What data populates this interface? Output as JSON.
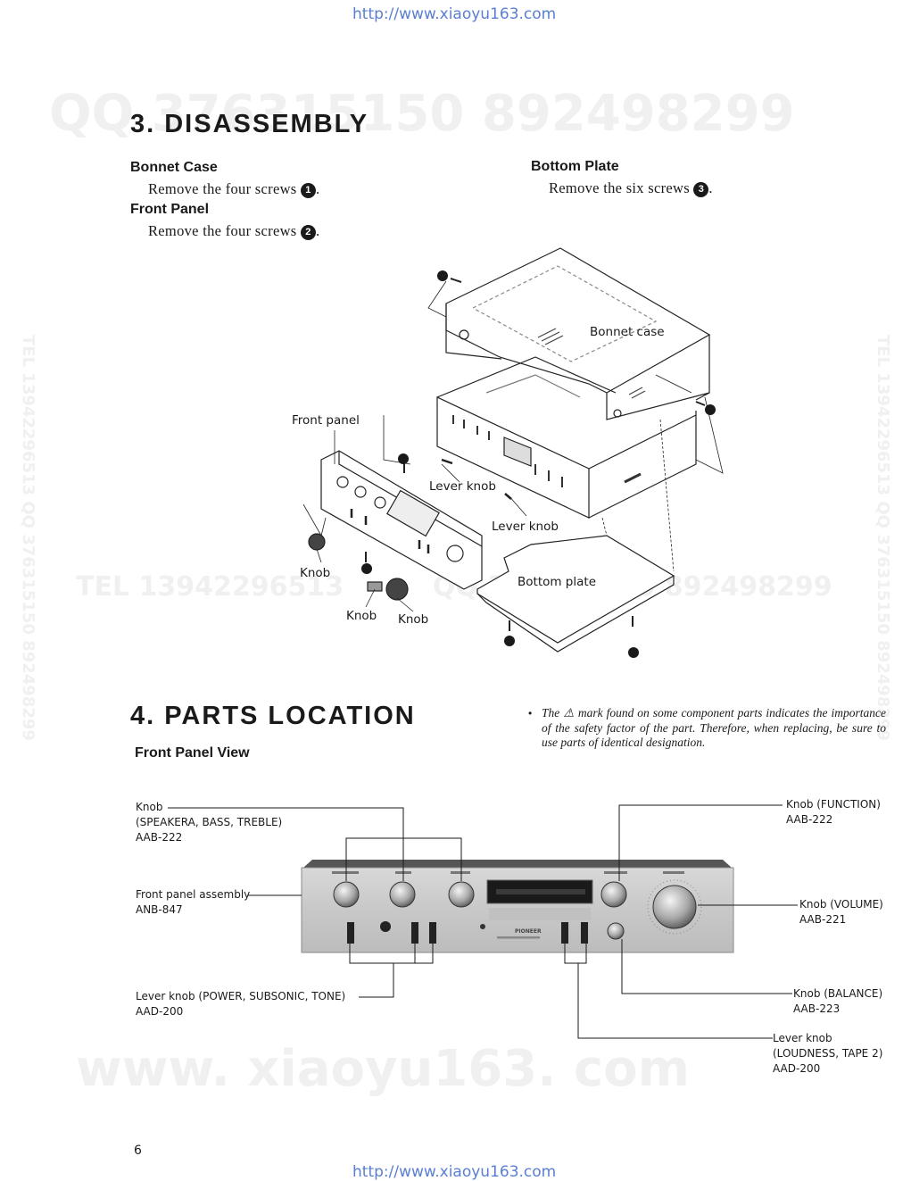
{
  "header": {
    "url": "http://www.xiaoyu163.com"
  },
  "footer": {
    "url": "http://www.xiaoyu163.com",
    "page_number": "6"
  },
  "watermarks": {
    "qq_top": "QQ 376315150   892498299",
    "tel_middle": "TEL  13942296513",
    "qq_middle": "QQ 376315150  892498299",
    "site": "www. xiaoyu163. com",
    "side": "TEL  13942296513  QQ  376315150  892498299"
  },
  "disassembly": {
    "title": "3. DISASSEMBLY",
    "bonnet_case": {
      "heading": "Bonnet Case",
      "text": "Remove the four screws",
      "marker": "1"
    },
    "front_panel": {
      "heading": "Front Panel",
      "text": "Remove the four screws",
      "marker": "2"
    },
    "bottom_plate": {
      "heading": "Bottom Plate",
      "text": "Remove the six screws",
      "marker": "3"
    },
    "diagram_labels": {
      "bonnet_case": "Bonnet case",
      "front_panel": "Front panel",
      "lever_knob_1": "Lever knob",
      "lever_knob_2": "Lever knob",
      "bottom_plate": "Bottom plate",
      "knob_1": "Knob",
      "knob_2": "Knob",
      "knob_3": "Knob"
    }
  },
  "parts_location": {
    "title": "4. PARTS LOCATION",
    "subtitle": "Front Panel View",
    "note": "The ⚠ mark found on some component parts indicates the importance of the safety factor of the part. Therefore, when replacing, be sure to use parts of identical designation.",
    "callouts": {
      "knob_tone": {
        "line1": "Knob",
        "line2": "(SPEAKERA, BASS, TREBLE)",
        "part": "AAB-222"
      },
      "front_panel_assembly": {
        "line1": "Front panel assembly",
        "part": "ANB-847"
      },
      "lever_knob_power": {
        "line1": "Lever knob (POWER, SUBSONIC, TONE)",
        "part": "AAD-200"
      },
      "knob_function": {
        "line1": "Knob (FUNCTION)",
        "part": "AAB-222"
      },
      "knob_volume": {
        "line1": "Knob (VOLUME)",
        "part": "AAB-221"
      },
      "knob_balance": {
        "line1": "Knob (BALANCE)",
        "part": "AAB-223"
      },
      "lever_knob_loudness": {
        "line1": "Lever knob",
        "line2": "(LOUDNESS, TAPE 2)",
        "part": "AAD-200"
      }
    },
    "panel_text": {
      "brand": "PIONEER"
    }
  }
}
